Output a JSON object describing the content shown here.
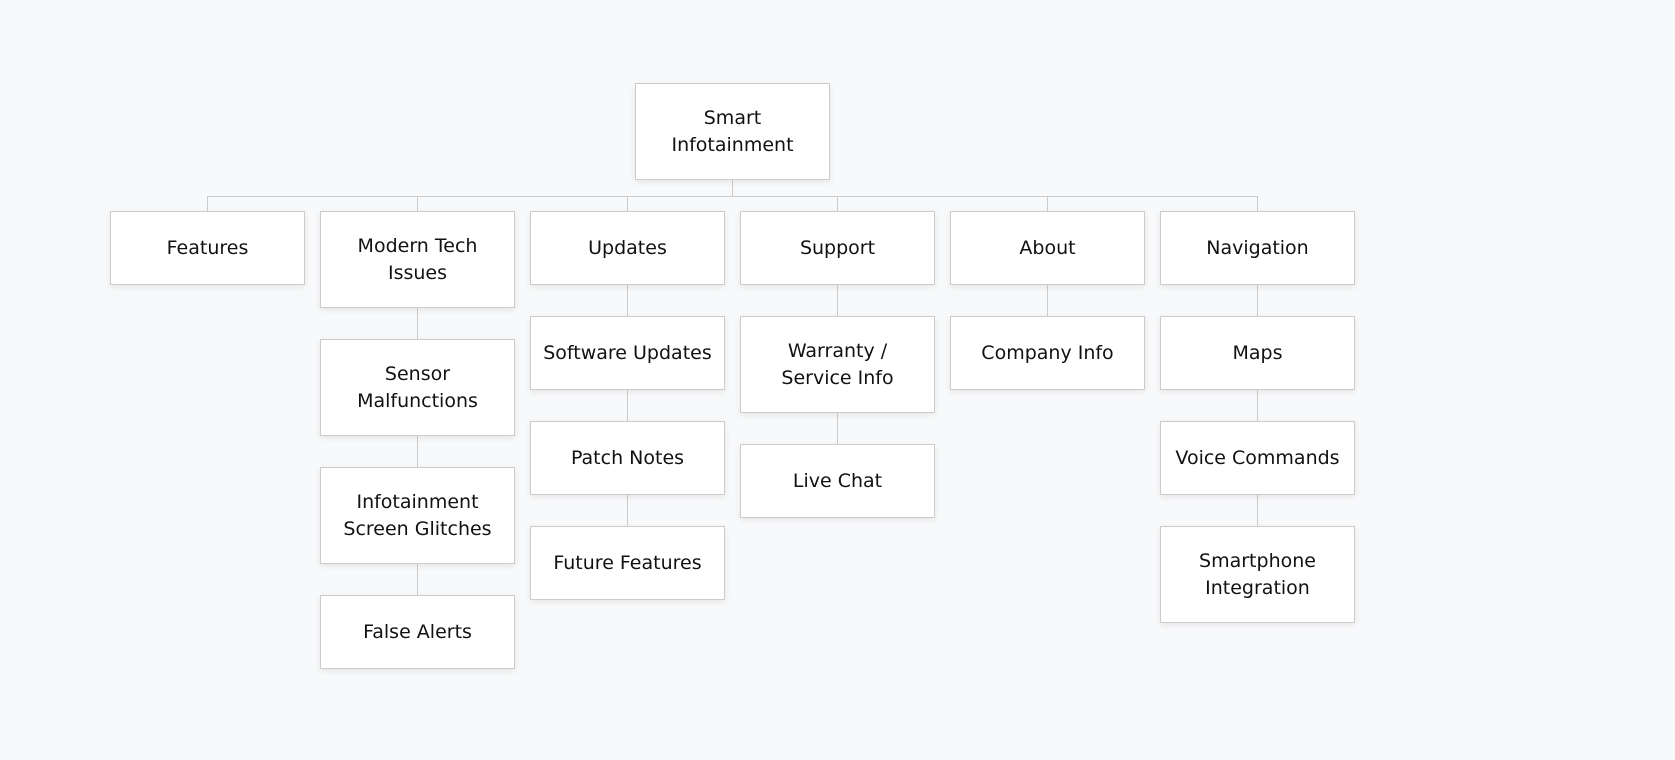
{
  "diagram": {
    "type": "org-tree",
    "colors": {
      "background": "#f8f9fa",
      "node_fill": "#ffffff",
      "node_border": "#cccccc",
      "connector": "#cccccc",
      "text": "#111111"
    },
    "root": {
      "label": "Smart Infotainment"
    },
    "columns": [
      {
        "label": "Features",
        "children": []
      },
      {
        "label": "Modern Tech Issues",
        "children": [
          "Sensor Malfunctions",
          "Infotainment Screen Glitches",
          "False Alerts"
        ]
      },
      {
        "label": "Updates",
        "children": [
          "Software Updates",
          "Patch Notes",
          "Future Features"
        ]
      },
      {
        "label": "Support",
        "children": [
          "Warranty / Service Info",
          "Live Chat"
        ]
      },
      {
        "label": "About",
        "children": [
          "Company Info"
        ]
      },
      {
        "label": "Navigation",
        "children": [
          "Maps",
          "Voice Commands",
          "Smartphone Integration"
        ]
      }
    ]
  }
}
